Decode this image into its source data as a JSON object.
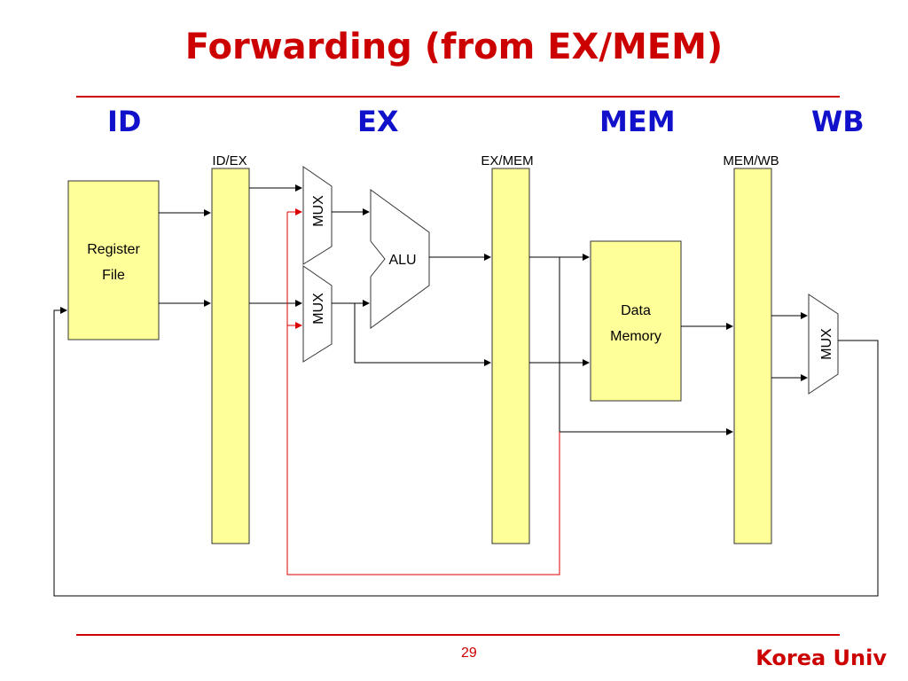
{
  "title": "Forwarding (from EX/MEM)",
  "stages": {
    "id": "ID",
    "ex": "EX",
    "mem": "MEM",
    "wb": "WB"
  },
  "pipeline_registers": {
    "id_ex": "ID/EX",
    "ex_mem": "EX/MEM",
    "mem_wb": "MEM/WB"
  },
  "blocks": {
    "register_file": [
      "Register",
      "File"
    ],
    "data_memory": [
      "Data",
      "Memory"
    ],
    "alu": "ALU",
    "mux": "MUX"
  },
  "footer": {
    "page_number": "29",
    "brand": "Korea Univ"
  },
  "colors": {
    "title": "#cc0000",
    "stage_label": "#1111cc",
    "block_fill": "#ffff99",
    "forward_path": "#dd0000"
  }
}
